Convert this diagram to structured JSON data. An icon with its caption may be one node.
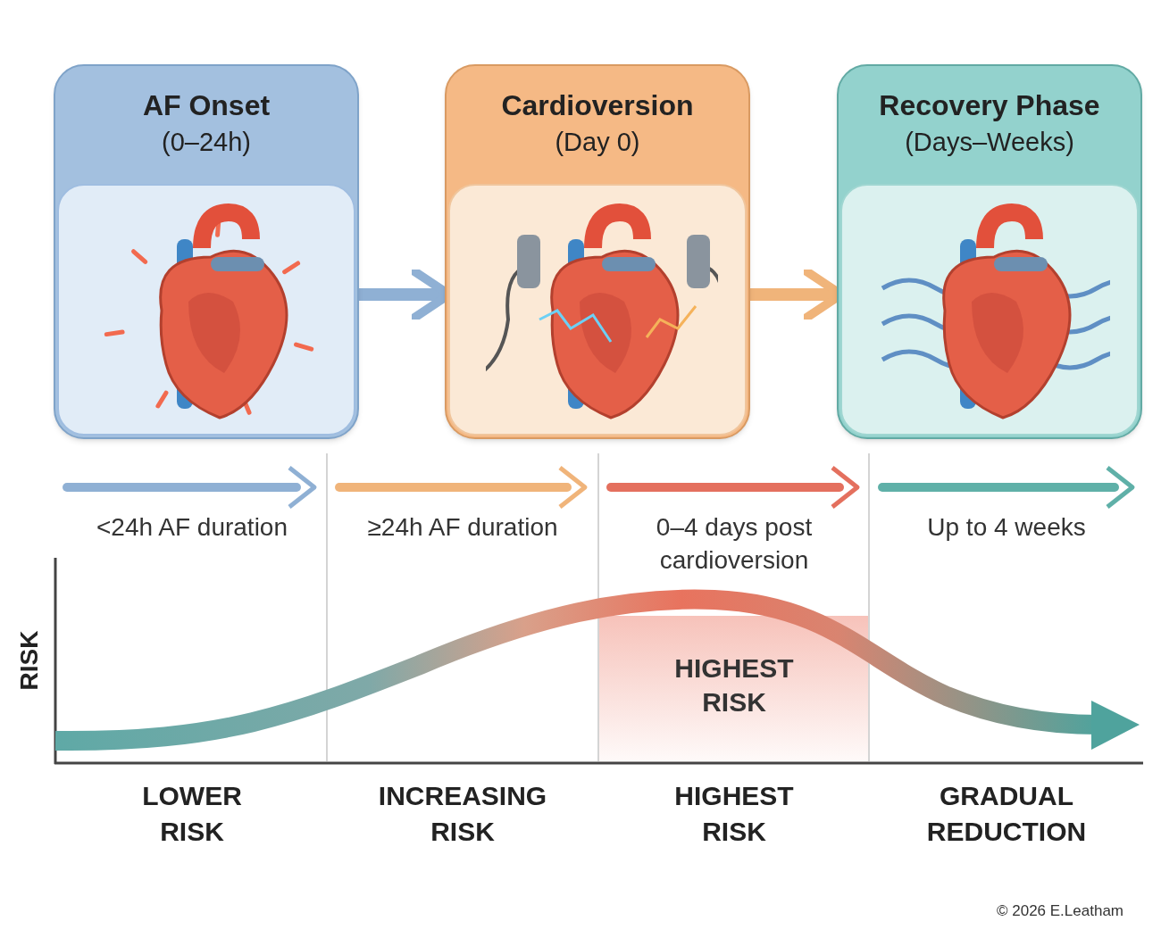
{
  "diagram": {
    "nodes": [
      {
        "text": [
          "AF Onset",
          "(0–24h)"
        ]
      },
      {
        "text": [
          "Cardioversion",
          "(Day 0)"
        ]
      },
      {
        "text": [
          "Recovery Phase",
          "(Days–Weeks)"
        ]
      }
    ],
    "edges": [
      {
        "from": 0,
        "to": 1,
        "arrow": "to",
        "color": "#8fb0d4"
      },
      {
        "from": 1,
        "to": 2,
        "arrow": "to",
        "color": "#f0b47a"
      }
    ],
    "labels": [
      "<24h AF duration",
      "≥24h AF duration",
      "0–4 days post cardioversion",
      "Up to 4 weeks",
      "RISK",
      "HIGHEST RISK",
      "LOWER RISK",
      "INCREASING RISK",
      "HIGHEST RISK",
      "GRADUAL REDUCTION",
      "© 2026 E.Leatham"
    ]
  }
}
